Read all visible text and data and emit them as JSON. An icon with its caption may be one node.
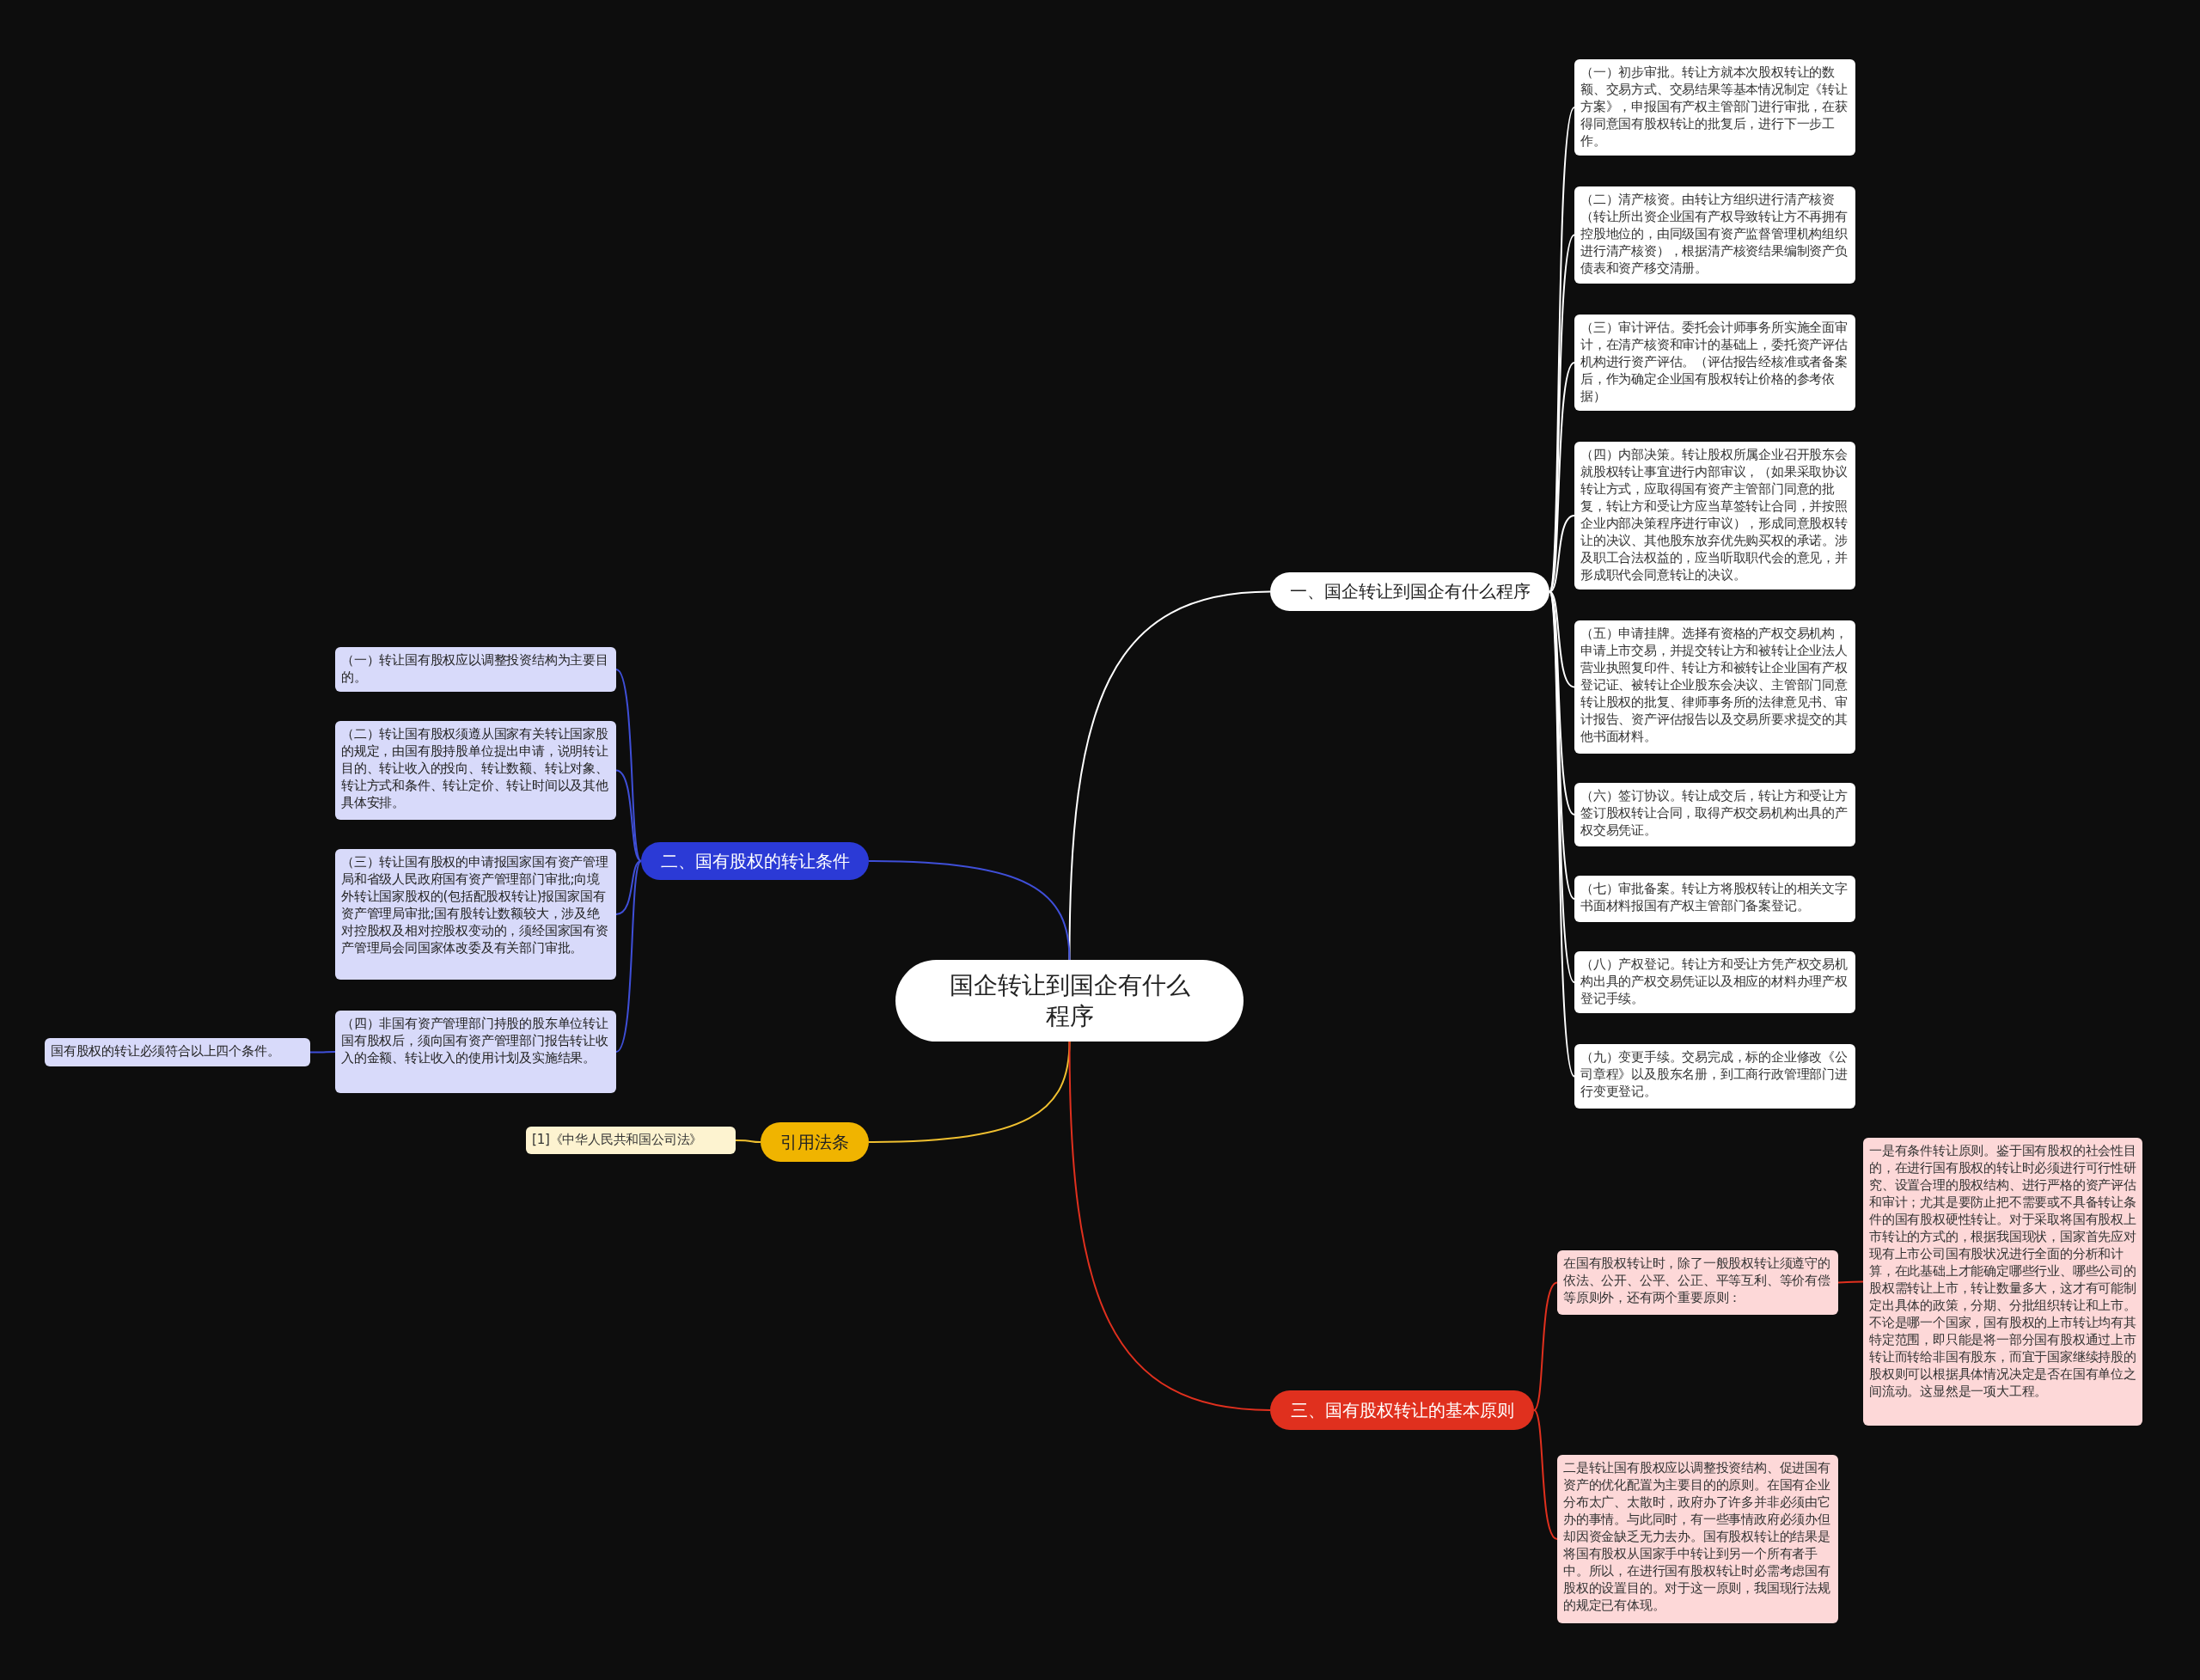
{
  "diagram": {
    "nodes": [
      {
        "text": [
          "国企转让到国企有什么程序"
        ]
      },
      {
        "text": [
          "一、国企转让到国企有什么程序"
        ]
      },
      {
        "text": [
          "（一）初步审批。转让方就本次股权转让的数额、交易方式、交易结果等基本情况制定《转让方案》，申报国有产权主管部门进行审批，在获得同意国有股权转让的批复后，进行下一步工作。"
        ]
      },
      {
        "text": [
          "（二）清产核资。由转让方组织进行清产核资（转让所出资企业国有产权导致转让方不再拥有控股地位的，由同级国有资产监督管理机构组织进行清产核资），根据清产核资结果编制资产负债表和资产移交清册。"
        ]
      },
      {
        "text": [
          "（三）审计评估。委托会计师事务所实施全面审计，在清产核资和审计的基础上，委托资产评估机构进行资产评估。（评估报告经核准或者备案后，作为确定企业国有股权转让价格的参考依据）"
        ]
      },
      {
        "text": [
          "（四）内部决策。转让股权所属企业召开股东会就股权转让事宜进行内部审议，（如果采取协议转让方式，应取得国有资产主管部门同意的批复，转让方和受让方应当草签转让合同，并按照企业内部决策程序进行审议），形成同意股权转让的决议、其他股东放弃优先购买权的承诺。涉及职工合法权益的，应当听取职代会的意见，并形成职代会同意转让的决议。"
        ]
      },
      {
        "text": [
          "（五）申请挂牌。选择有资格的产权交易机构，申请上市交易，并提交转让方和被转让企业法人营业执照复印件、转让方和被转让企业国有产权登记证、被转让企业股东会决议、主管部门同意转让股权的批复、律师事务所的法律意见书、审计报告、资产评估报告以及交易所要求提交的其他书面材料。"
        ]
      },
      {
        "text": [
          "（六）签订协议。转让成交后，转让方和受让方签订股权转让合同，取得产权交易机构出具的产权交易凭证。"
        ]
      },
      {
        "text": [
          "（七）审批备案。转让方将股权转让的相关文字书面材料报国有产权主管部门备案登记。"
        ]
      },
      {
        "text": [
          "（八）产权登记。转让方和受让方凭产权交易机构出具的产权交易凭证以及相应的材料办理产权登记手续。"
        ]
      },
      {
        "text": [
          "（九）变更手续。交易完成，标的企业修改《公司章程》以及股东名册，到工商行政管理部门进行变更登记。"
        ]
      },
      {
        "text": [
          "二、国有股权的转让条件"
        ]
      },
      {
        "text": [
          "（一）转让国有股权应以调整投资结构为主要目的。"
        ]
      },
      {
        "text": [
          "（二）转让国有股权须遵从国家有关转让国家股的规定，由国有股持股单位提出申请，说明转让目的、转让收入的投向、转让数额、转让对象、转让方式和条件、转让定价、转让时间以及其他具体安排。"
        ]
      },
      {
        "text": [
          "（三）转让国有股权的申请报国家国有资产管理局和省级人民政府国有资产管理部门审批;向境外转让国家股权的(包括配股权转让)报国家国有资产管理局审批;国有股转让数额较大，涉及绝对控股权及相对控股权变动的，须经国家国有资产管理局会同国家体改委及有关部门审批。"
        ]
      },
      {
        "text": [
          "（四）非国有资产管理部门持股的股东单位转让国有股权后，须向国有资产管理部门报告转让收入的金额、转让收入的使用计划及实施结果。"
        ]
      },
      {
        "text": [
          "国有股权的转让必须符合以上四个条件。"
        ]
      },
      {
        "text": [
          "引用法条"
        ]
      },
      {
        "text": [
          "[1]《中华人民共和国公司法》"
        ]
      },
      {
        "text": [
          "三、国有股权转让的基本原则"
        ]
      },
      {
        "text": [
          "在国有股权转让时，除了一般股权转让须遵守的依法、公开、公平、公正、平等互利、等价有偿等原则外，还有两个重要原则："
        ]
      },
      {
        "text": [
          "一是有条件转让原则。鉴于国有股权的社会性目的，在进行国有股权的转让时必须进行可行性研究、设置合理的股权结构、进行严格的资产评估和审计；尤其是要防止把不需要或不具备转让条件的国有股权硬性转让。对于采取将国有股权上市转让的方式的，根据我国现状，国家首先应对现有上市公司国有股状况进行全面的分析和计算，在此基础上才能确定哪些行业、哪些公司的股权需转让上市，转让数量多大，这才有可能制定出具体的政策，分期、分批组织转让和上市。不论是哪一个国家，国有股权的上市转让均有其特定范围，即只能是将一部分国有股权通过上市转让而转给非国有股东，而宜于国家继续持股的股权则可以根据具体情况决定是否在国有单位之间流动。这显然是一项大工程。"
        ]
      },
      {
        "text": [
          "二是转让国有股权应以调整投资结构、促进国有资产的优化配置为主要目的的原则。在国有企业分布太广、太散时，政府办了许多并非必须由它办的事情。与此同时，有一些事情政府必须办但却因资金缺乏无力去办。国有股权转让的结果是将国有股权从国家手中转让到另一个所有者手中。所以，在进行国有股权转让时必需考虑国有股权的设置目的。对于这一原则，我国现行法规的规定已有体现。"
        ]
      }
    ],
    "edges": [
      {
        "from": 0,
        "to": 1,
        "arrow": "none"
      },
      {
        "from": 1,
        "to": 2,
        "arrow": "none"
      },
      {
        "from": 1,
        "to": 3,
        "arrow": "none"
      },
      {
        "from": 1,
        "to": 4,
        "arrow": "none"
      },
      {
        "from": 1,
        "to": 5,
        "arrow": "none"
      },
      {
        "from": 1,
        "to": 6,
        "arrow": "none"
      },
      {
        "from": 1,
        "to": 7,
        "arrow": "none"
      },
      {
        "from": 1,
        "to": 8,
        "arrow": "none"
      },
      {
        "from": 1,
        "to": 9,
        "arrow": "none"
      },
      {
        "from": 1,
        "to": 10,
        "arrow": "none"
      },
      {
        "from": 0,
        "to": 11,
        "arrow": "none",
        "color": "#3f4fd8"
      },
      {
        "from": 11,
        "to": 12,
        "arrow": "none",
        "color": "#3f4fd8"
      },
      {
        "from": 11,
        "to": 13,
        "arrow": "none",
        "color": "#3f4fd8"
      },
      {
        "from": 11,
        "to": 14,
        "arrow": "none",
        "color": "#3f4fd8"
      },
      {
        "from": 11,
        "to": 15,
        "arrow": "none",
        "color": "#3f4fd8"
      },
      {
        "from": 15,
        "to": 16,
        "arrow": "none",
        "color": "#3f4fd8"
      },
      {
        "from": 0,
        "to": 17,
        "arrow": "none",
        "color": "#f0c030"
      },
      {
        "from": 17,
        "to": 18,
        "arrow": "none",
        "color": "#f0c030"
      },
      {
        "from": 0,
        "to": 19,
        "arrow": "none",
        "color": "#e0301e"
      },
      {
        "from": 19,
        "to": 20,
        "arrow": "none",
        "color": "#e0301e"
      },
      {
        "from": 19,
        "to": 22,
        "arrow": "none",
        "color": "#e0301e"
      },
      {
        "from": 20,
        "to": 21,
        "arrow": "none",
        "color": "#e0301e"
      }
    ]
  }
}
